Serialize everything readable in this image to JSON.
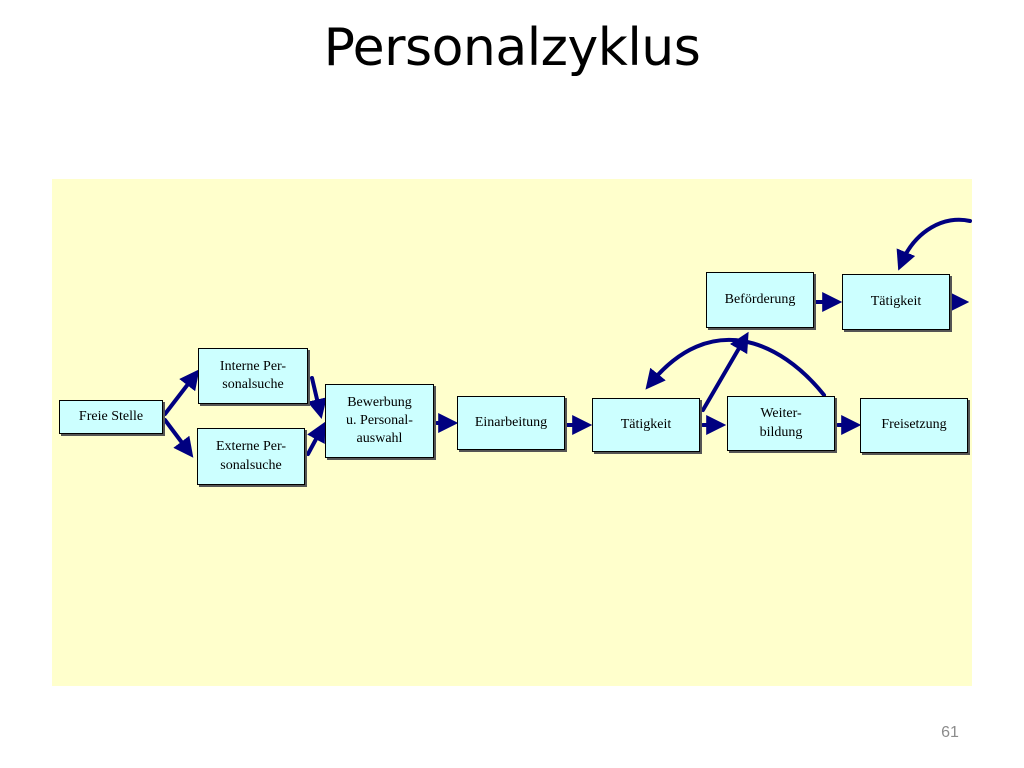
{
  "slide": {
    "title": "Personalzyklus",
    "page_number": "61"
  },
  "diagram": {
    "boxes": {
      "freie_stelle": "Freie Stelle",
      "interne": "Interne Per-\nsonalsuche",
      "externe": "Externe Per-\nsonalsuche",
      "bewerbung": "Bewerbung\nu. Personal-\nauswahl",
      "einarbeitung": "Einarbeitung",
      "taetigkeit_1": "Tätigkeit",
      "weiterbildung": "Weiter-\nbildung",
      "freisetzung": "Freisetzung",
      "befoerderung": "Beförderung",
      "taetigkeit_2": "Tätigkeit"
    },
    "colors": {
      "background": "#ffffcc",
      "box_fill": "#ccffff",
      "arrow": "#000080"
    }
  }
}
